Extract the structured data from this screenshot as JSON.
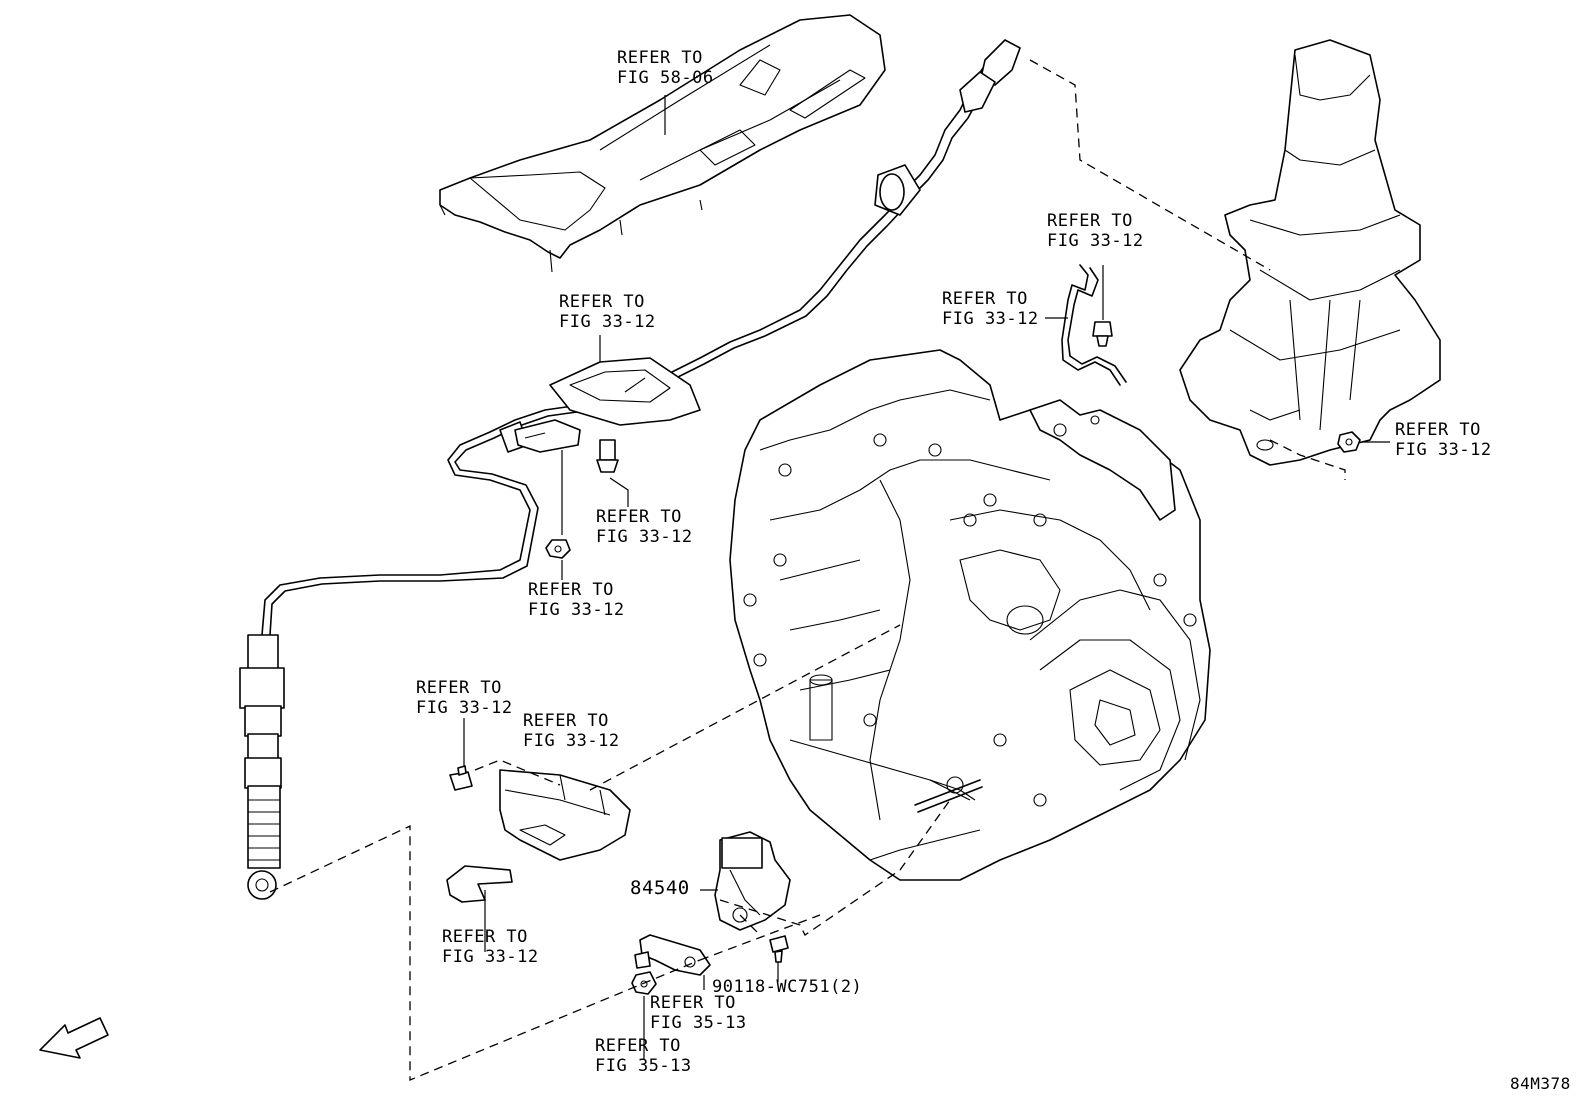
{
  "callouts": [
    {
      "line1": "REFER TO",
      "line2": "FIG 58-06"
    },
    {
      "line1": "REFER TO",
      "line2": "FIG 33-12"
    },
    {
      "line1": "REFER TO",
      "line2": "FIG 33-12"
    },
    {
      "line1": "REFER TO",
      "line2": "FIG 33-12"
    },
    {
      "line1": "REFER TO",
      "line2": "FIG 33-12"
    },
    {
      "line1": "REFER TO",
      "line2": "FIG 33-12"
    },
    {
      "line1": "REFER TO",
      "line2": "FIG 33-12"
    },
    {
      "line1": "REFER TO",
      "line2": "FIG 33-12"
    },
    {
      "line1": "REFER TO",
      "line2": "FIG 33-12"
    },
    {
      "line1": "REFER TO",
      "line2": "FIG 33-12"
    },
    {
      "line1": "REFER TO",
      "line2": "FIG 35-13"
    },
    {
      "line1": "REFER TO",
      "line2": "FIG 35-13"
    }
  ],
  "part_numbers": {
    "switch": "84540",
    "bolt": "90118-WC751(2)"
  },
  "fwd_label": "FWD",
  "diagram_code": "84M378"
}
